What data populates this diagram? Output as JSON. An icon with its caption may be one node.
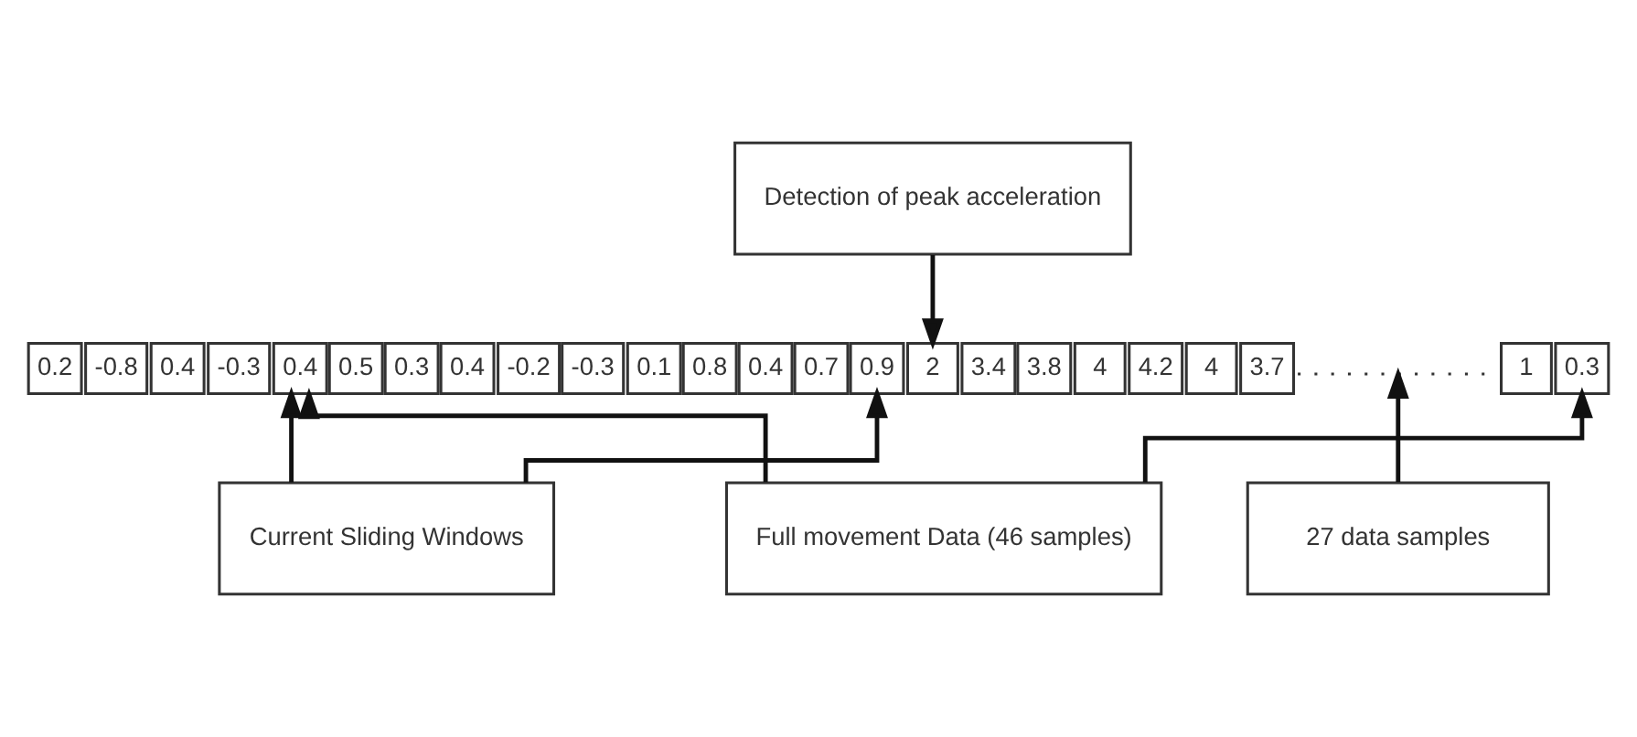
{
  "diagram": {
    "nodes": [
      {
        "text": [
          "Detection of peak acceleration"
        ]
      },
      {
        "text": [
          "0.2"
        ]
      },
      {
        "text": [
          "-0.8"
        ]
      },
      {
        "text": [
          "0.4"
        ]
      },
      {
        "text": [
          "-0.3"
        ]
      },
      {
        "text": [
          "0.4"
        ]
      },
      {
        "text": [
          "0.5"
        ]
      },
      {
        "text": [
          "0.3"
        ]
      },
      {
        "text": [
          "0.4"
        ]
      },
      {
        "text": [
          "-0.2"
        ]
      },
      {
        "text": [
          "-0.3"
        ]
      },
      {
        "text": [
          "0.1"
        ]
      },
      {
        "text": [
          "0.8"
        ]
      },
      {
        "text": [
          "0.4"
        ]
      },
      {
        "text": [
          "0.7"
        ]
      },
      {
        "text": [
          "0.9"
        ]
      },
      {
        "text": [
          "2"
        ]
      },
      {
        "text": [
          "3.4"
        ]
      },
      {
        "text": [
          "3.8"
        ]
      },
      {
        "text": [
          "4"
        ]
      },
      {
        "text": [
          "4.2"
        ]
      },
      {
        "text": [
          "4"
        ]
      },
      {
        "text": [
          "3.7"
        ]
      },
      {
        "text": [],
        "shape": "line"
      },
      {
        "text": [
          "1"
        ]
      },
      {
        "text": [
          "0.3"
        ]
      },
      {
        "text": [
          "Current Sliding Windows"
        ]
      },
      {
        "text": [
          "27 data samples"
        ]
      },
      {
        "text": [
          "Full movement Data (46 samples)"
        ]
      }
    ],
    "edges": [
      {
        "from": 0,
        "to": 16,
        "arrow": "to"
      },
      {
        "from": 26,
        "to": 5,
        "arrow": "to"
      },
      {
        "from": 26,
        "to": 15,
        "arrow": "to"
      },
      {
        "from": 27,
        "to": 23,
        "arrow": "to"
      },
      {
        "from": 28,
        "to": 5,
        "arrow": "to"
      },
      {
        "from": 28,
        "to": 25,
        "arrow": "to"
      }
    ]
  }
}
